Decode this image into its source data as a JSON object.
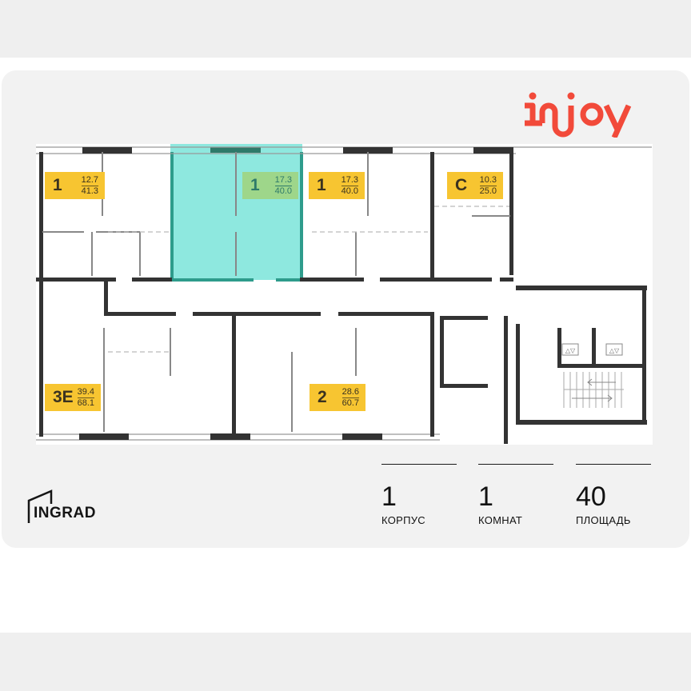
{
  "brand": {
    "logo_text": "injoy",
    "logo_color": "#f24a3a",
    "developer_logo": "INGRAD"
  },
  "colors": {
    "label_bg": "#f7c531",
    "selected_fill": "#8ee8df",
    "selected_border": "#2e9c8c",
    "selected_label_bg": "#9ed68a",
    "wall": "#333333"
  },
  "plan": {
    "apartments": [
      {
        "id": "apt-1a",
        "rooms": "1",
        "living_area": "12.7",
        "total_area": "41.3",
        "selected": false
      },
      {
        "id": "apt-1b",
        "rooms": "1",
        "living_area": "17.3",
        "total_area": "40.0",
        "selected": true
      },
      {
        "id": "apt-1c",
        "rooms": "1",
        "living_area": "17.3",
        "total_area": "40.0",
        "selected": false
      },
      {
        "id": "apt-c",
        "rooms": "С",
        "living_area": "10.3",
        "total_area": "25.0",
        "selected": false
      },
      {
        "id": "apt-3e",
        "rooms": "3Е",
        "living_area": "39.4",
        "total_area": "68.1",
        "selected": false
      },
      {
        "id": "apt-2",
        "rooms": "2",
        "living_area": "28.6",
        "total_area": "60.7",
        "selected": false
      }
    ],
    "elevator_icons": [
      "elevator-up-down-icon",
      "elevator-up-down-icon"
    ],
    "stairs_icon": "stairs-arrows-icon"
  },
  "stats": [
    {
      "value": "1",
      "caption": "КОРПУС"
    },
    {
      "value": "1",
      "caption": "КОМНАТ"
    },
    {
      "value": "40",
      "caption": "ПЛОЩАДЬ"
    }
  ]
}
